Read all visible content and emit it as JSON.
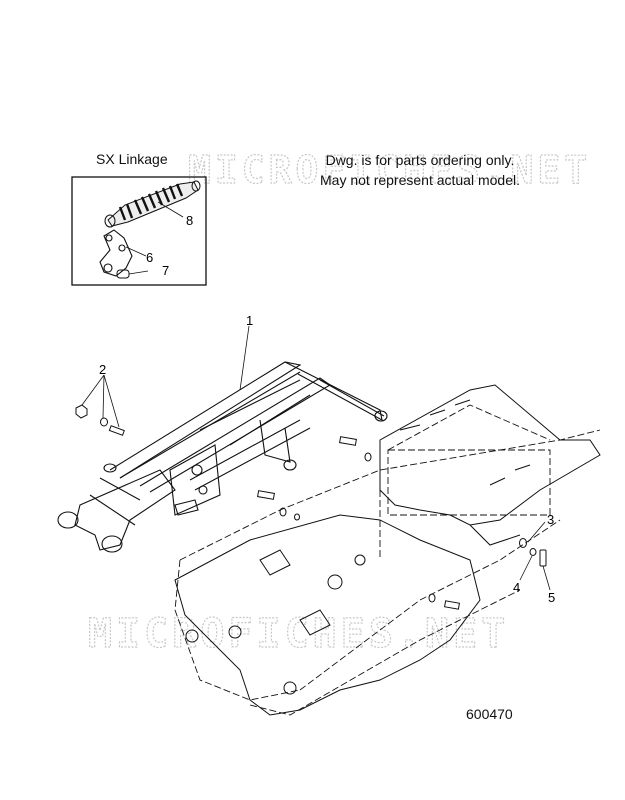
{
  "inset": {
    "title": "SX Linkage",
    "callouts": [
      "8",
      "6",
      "7"
    ]
  },
  "note": {
    "line1": "Dwg. is for parts ordering only.",
    "line2": "May not represent actual model."
  },
  "callouts": [
    "1",
    "2",
    "3",
    "4",
    "5"
  ],
  "figure_number": "600470",
  "watermark": "MICROFICHES.NET",
  "colors": {
    "line": "#111111",
    "watermark": "#c8c8c8",
    "background": "#ffffff"
  }
}
